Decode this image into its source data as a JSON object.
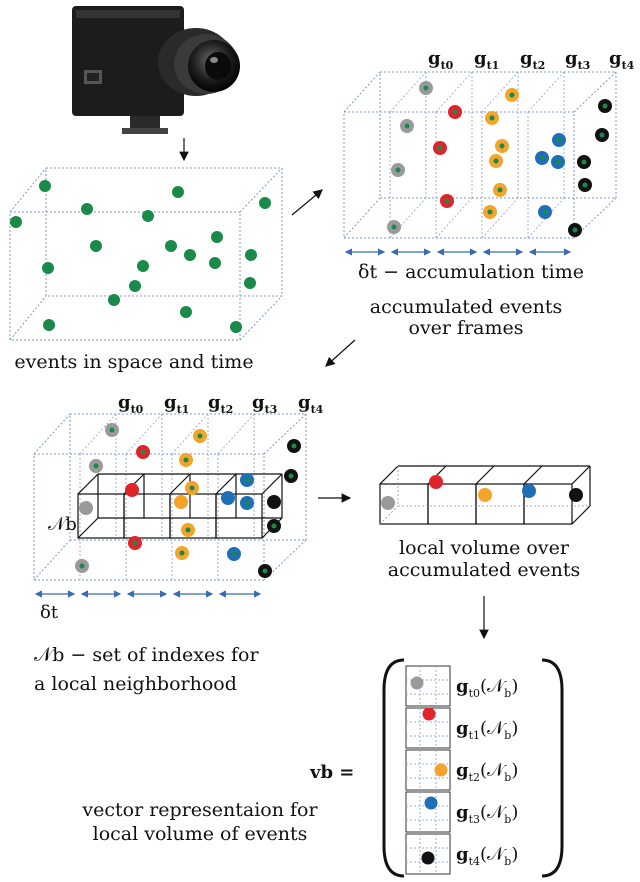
{
  "labels": {
    "events_space_time": "events in space and time",
    "accumulation_time": "δt − accumulation time",
    "accumulated_line1": "accumulated events",
    "accumulated_line2": "over frames",
    "local_volume_line1": "local volume over",
    "local_volume_line2": "accumulated events",
    "nb_def_line1": "𝒩b − set of indexes for",
    "nb_def_line2": "a local neighborhood",
    "vector_line1": "vector representaion for",
    "vector_line2": "local volume of events",
    "delta_t": "δt",
    "nb_symbol": "𝒩b",
    "vb_symbol": "vb ="
  },
  "frame_labels": [
    "gt0",
    "gt1",
    "gt2",
    "gt3",
    "gt4"
  ],
  "frame_subscripts": [
    "t0",
    "t1",
    "t2",
    "t3",
    "t4"
  ],
  "vector_rows": [
    "gt0(𝒩b)",
    "gt1(𝒩b)",
    "gt2(𝒩b)",
    "gt3(𝒩b)",
    "gt4(𝒩b)"
  ],
  "colors": {
    "green": "#1a8a4a",
    "gray": "#9a9a9a",
    "red": "#e0242c",
    "orange": "#f2a52a",
    "blue": "#1f6fb8",
    "black": "#111111",
    "guide": "#7b97c9",
    "arrow_blue": "#3b6bb0"
  },
  "icons": [
    "camera-icon",
    "arrow-down-icon",
    "arrow-diagonal-icon",
    "arrow-right-icon"
  ]
}
